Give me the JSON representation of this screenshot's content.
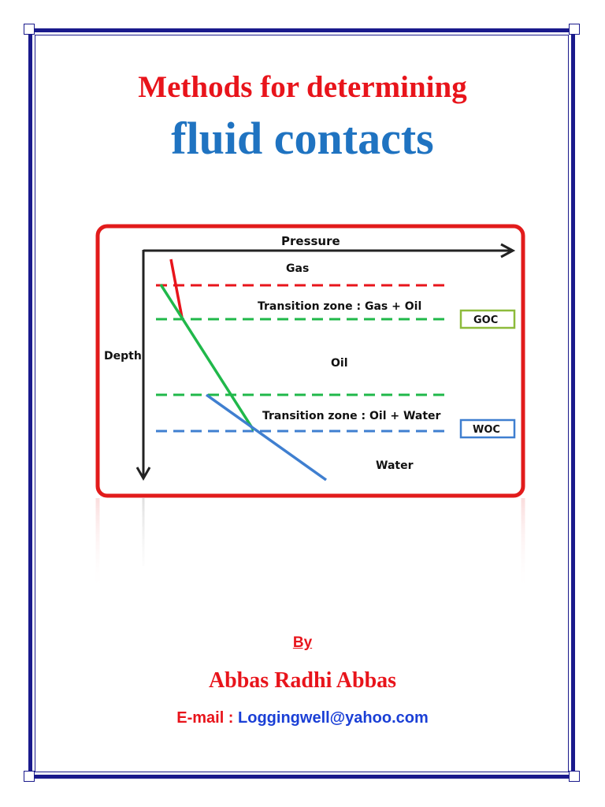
{
  "title": {
    "line1": "Methods for determining",
    "line2": "fluid contacts"
  },
  "figure": {
    "x_axis_label": "Pressure",
    "y_axis_label": "Depth",
    "zones": {
      "gas": "Gas",
      "transition_gas_oil": "Transition zone :  Gas + Oil",
      "oil": "Oil",
      "transition_oil_water": "Transition zone : Oil + Water",
      "water": "Water"
    },
    "contacts": {
      "goc": "GOC",
      "woc": "WOC"
    },
    "colors": {
      "frame": "#e21b1b",
      "gas": "#e8141b",
      "oil": "#20b84a",
      "water": "#3f7fd0",
      "goc_box": "#8dbb3b"
    }
  },
  "byline": {
    "by": "By",
    "author": "Abbas Radhi Abbas",
    "email_label": "E-mail : ",
    "email": "Loggingwell@yahoo.com"
  },
  "colors": {
    "border": "#1a1a8c",
    "title_red": "#e8141b",
    "title_blue": "#1f73c1"
  }
}
